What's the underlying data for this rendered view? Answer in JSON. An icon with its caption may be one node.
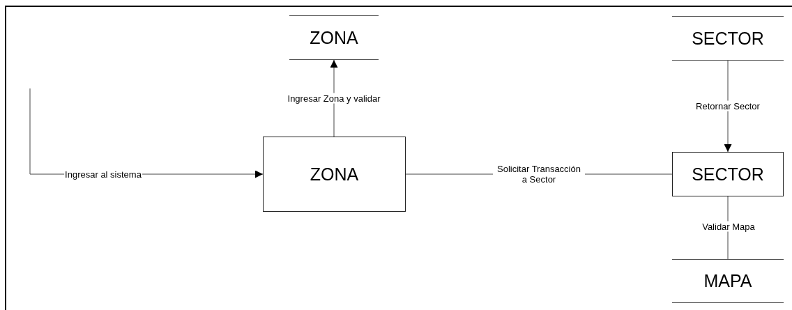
{
  "diagram": {
    "nodes": [
      {
        "text": [
          "ZONA"
        ]
      },
      {
        "text": [
          "SECTOR"
        ]
      },
      {
        "text": [
          "ZONA"
        ]
      },
      {
        "text": [
          "SECTOR"
        ]
      },
      {
        "text": [
          "MAPA"
        ]
      }
    ],
    "edges": [
      {
        "from": null,
        "to": 2,
        "arrow": "to",
        "label": "Ingresar al sistema"
      },
      {
        "from": 2,
        "to": 0,
        "arrow": "to",
        "label": "Ingresar Zona  y validar"
      },
      {
        "from": 2,
        "to": 3,
        "arrow": "none",
        "label": "Solicitar Transacción a Sector"
      },
      {
        "from": 1,
        "to": 3,
        "arrow": "to",
        "label": "Retornar Sector"
      },
      {
        "from": 3,
        "to": 4,
        "arrow": "none",
        "label": "Validar Mapa"
      }
    ]
  }
}
